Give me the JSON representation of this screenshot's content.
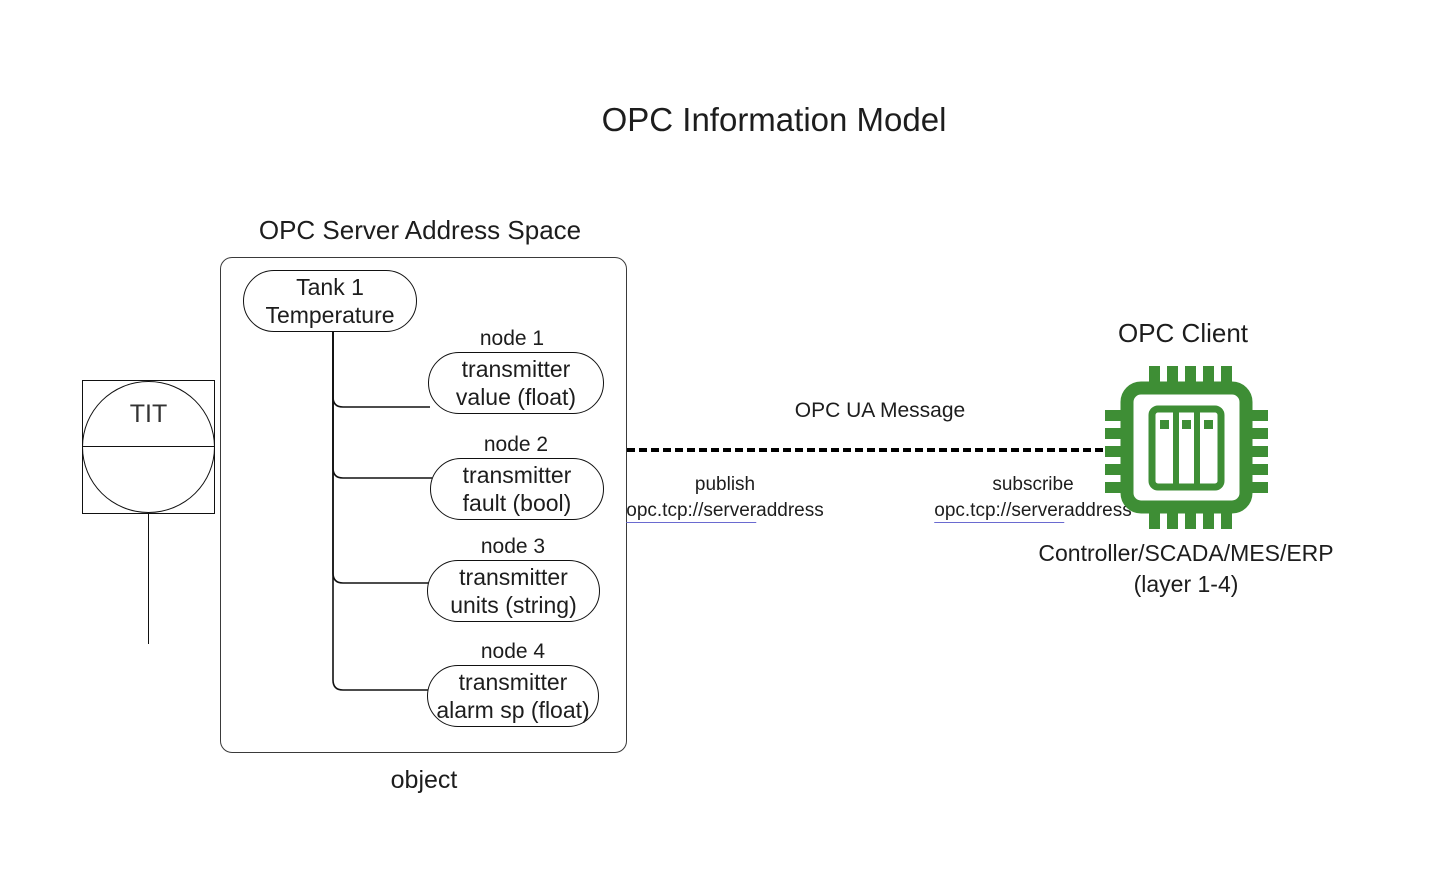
{
  "diagram": {
    "title": "OPC Information Model",
    "accent_color": "#3e8e35",
    "link_underline_color": "#6a6ad0",
    "stroke_color": "#111111"
  },
  "instrument": {
    "tag": "TIT",
    "symbol_name": "isa-instrument-balloon"
  },
  "server": {
    "space_label": "OPC Server Address Space",
    "object_label": "object",
    "root_node": {
      "line1": "Tank 1",
      "line2": "Temperature"
    },
    "nodes": [
      {
        "caption": "node 1",
        "line1": "transmitter",
        "line2": "value (float)"
      },
      {
        "caption": "node 2",
        "line1": "transmitter",
        "line2": "fault (bool)"
      },
      {
        "caption": "node 3",
        "line1": "transmitter",
        "line2": "units (string)"
      },
      {
        "caption": "node 4",
        "line1": "transmitter",
        "line2": "alarm sp (float)"
      }
    ]
  },
  "message": {
    "label": "OPC UA Message",
    "publish": {
      "action": "publish",
      "endpoint_link": "opc.tcp://server",
      "endpoint_suffix": "address"
    },
    "subscribe": {
      "action": "subscribe",
      "endpoint_link": "opc.tcp://server",
      "endpoint_suffix": "address"
    }
  },
  "client": {
    "title": "OPC Client",
    "icon_name": "microchip-icon",
    "subtitle_line1": "Controller/SCADA/MES/ERP",
    "subtitle_line2": "(layer 1-4)"
  }
}
